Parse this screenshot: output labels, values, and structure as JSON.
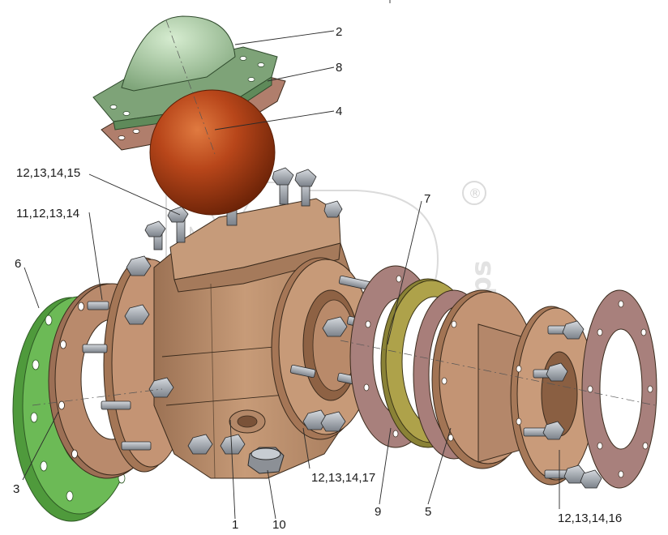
{
  "watermark": {
    "registered": "®",
    "side_text": "alps"
  },
  "labels": [
    {
      "id": "2",
      "text": "2"
    },
    {
      "id": "8",
      "text": "8"
    },
    {
      "id": "4",
      "text": "4"
    },
    {
      "id": "a",
      "text": "12,13,14,15"
    },
    {
      "id": "7",
      "text": "7"
    },
    {
      "id": "b",
      "text": "11,12,13,14"
    },
    {
      "id": "6",
      "text": "6"
    },
    {
      "id": "3",
      "text": "3"
    },
    {
      "id": "c",
      "text": "12,13,14,17"
    },
    {
      "id": "9",
      "text": "9"
    },
    {
      "id": "5",
      "text": "5"
    },
    {
      "id": "d",
      "text": "12,13,14,16"
    },
    {
      "id": "1",
      "text": "1"
    },
    {
      "id": "10",
      "text": "10"
    }
  ],
  "colors": {
    "bronze": "#b88a68",
    "cover_green": "#8fb58a",
    "flange_green": "#5fb04a",
    "gasket_maroon": "#a67a7a",
    "gasket_olive": "#9a9440",
    "ball_red": "#b34010",
    "bolt_steel": "#9aa0a8"
  }
}
